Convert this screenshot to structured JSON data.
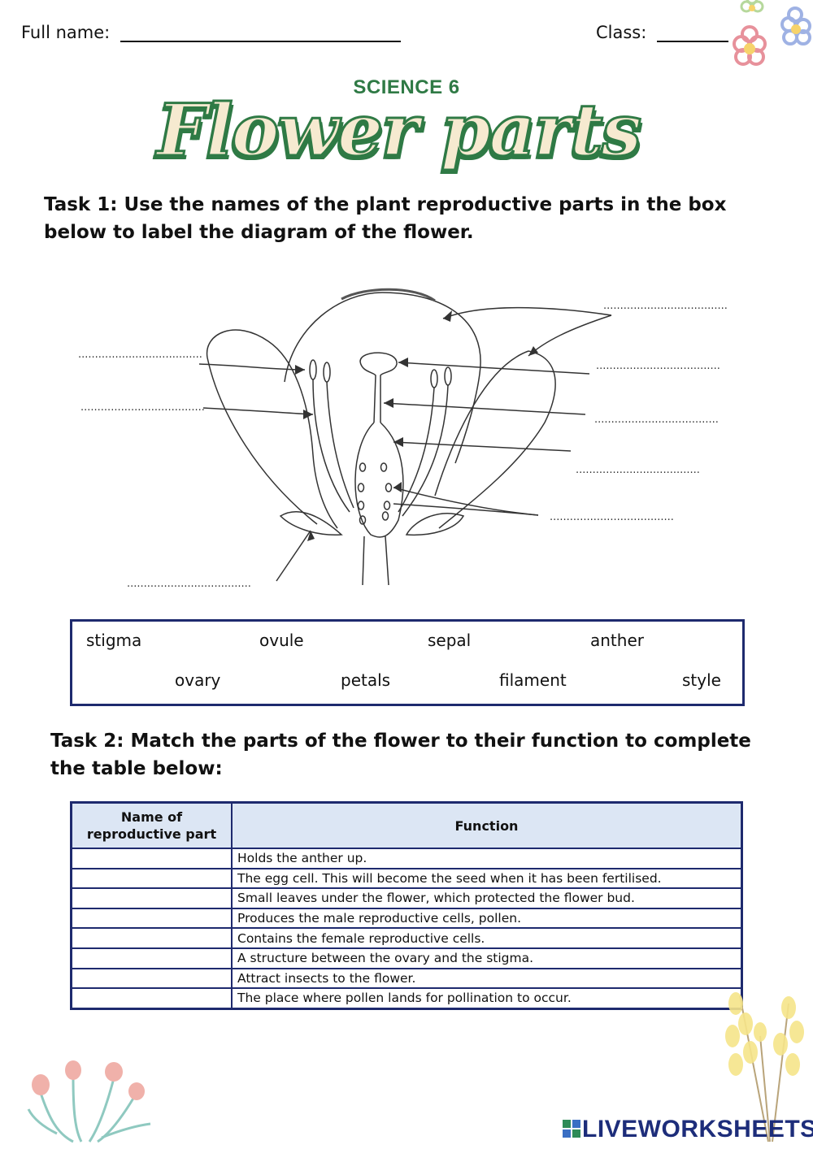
{
  "header": {
    "name_label": "Full name:",
    "class_label": "Class:"
  },
  "subtitle": "SCIENCE 6",
  "title": "Flower parts",
  "task1": {
    "text": "Task 1: Use the names of the plant reproductive parts in the box below to label the diagram of the flower."
  },
  "diagram": {
    "blank": "....................................."
  },
  "word_box": [
    "stigma",
    "ovule",
    "sepal",
    "anther",
    "ovary",
    "petals",
    "filament",
    "style"
  ],
  "task2": {
    "text": "Task 2: Match the parts of the flower to their function to complete the table below:"
  },
  "table": {
    "col1": "Name of reproductive part",
    "col2": "Function",
    "rows": [
      {
        "name": "",
        "function": "Holds the anther up."
      },
      {
        "name": "",
        "function": "The egg cell. This will become the seed when it has been fertilised."
      },
      {
        "name": "",
        "function": "Small leaves under the flower, which protected the flower bud."
      },
      {
        "name": "",
        "function": "Produces the male reproductive cells, pollen."
      },
      {
        "name": "",
        "function": "Contains the female reproductive cells."
      },
      {
        "name": "",
        "function": "A structure between the ovary and the stigma."
      },
      {
        "name": "",
        "function": "Attract insects to the flower."
      },
      {
        "name": "",
        "function": "The place where pollen lands for pollination to occur."
      }
    ]
  },
  "logo": {
    "text": "LIVEWORKSHEETS"
  },
  "colors": {
    "accent_green": "#2f7a45",
    "title_fill": "#f6ead0",
    "border_navy": "#1e2a6e",
    "header_fill": "#dce6f4"
  }
}
